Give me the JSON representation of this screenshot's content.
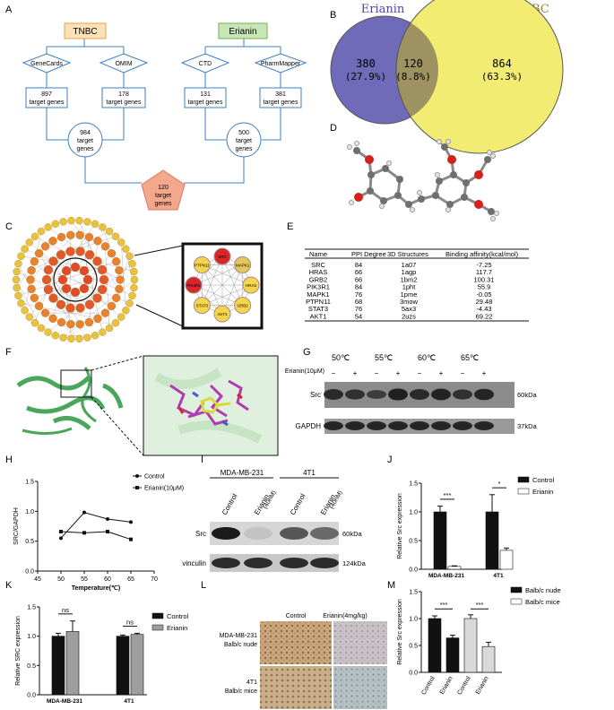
{
  "panels": {
    "A": "A",
    "B": "B",
    "C": "C",
    "D": "D",
    "E": "E",
    "F": "F",
    "G": "G",
    "H": "H",
    "I": "I",
    "J": "J",
    "K": "K",
    "L": "L",
    "M": "M"
  },
  "panel_a": {
    "tnbc": "TNBC",
    "erianin": "Erianin",
    "genecards": "GeneCards",
    "omim": "OMIM",
    "ctd": "CTD",
    "pharmmapper": "PharmMapper",
    "g1": "897",
    "g2": "178",
    "g3": "131",
    "g4": "381",
    "tg": "target genes",
    "u1": "984",
    "u2": "500",
    "u3": "120",
    "target": "target",
    "genes": "genes"
  },
  "venn": {
    "left_title": "Erianin",
    "right_title": "TNBC",
    "left_n": "380",
    "left_p": "(27.9%)",
    "mid_n": "120",
    "mid_p": "(8.8%)",
    "right_n": "864",
    "right_p": "(63.3%)",
    "colors": {
      "left": "#6f6bb8",
      "right": "#f3ec72",
      "overlap": "#9e9360"
    }
  },
  "table_e": {
    "headers": [
      "Name",
      "PPI Degree",
      "3D Structures",
      "Binding affinity(kcal/mol)"
    ],
    "rows": [
      [
        "SRC",
        "84",
        "1a07",
        "-7.25"
      ],
      [
        "HRAS",
        "66",
        "1agp",
        "117.7"
      ],
      [
        "GRB2",
        "66",
        "1bm2",
        "100.31"
      ],
      [
        "PIK3R1",
        "84",
        "1pht",
        "55.9"
      ],
      [
        "MAPK1",
        "76",
        "1pme",
        "-0.05"
      ],
      [
        "PTPN11",
        "68",
        "3mow",
        "29.48"
      ],
      [
        "STAT3",
        "76",
        "5ax3",
        "-4.43"
      ],
      [
        "AKT1",
        "54",
        "2uzs",
        "69.22"
      ]
    ]
  },
  "network_c": {
    "nodes": [
      "SRC",
      "PTPN11",
      "MAPK1",
      "HRAS",
      "GRB2",
      "AKT1",
      "STAT3",
      "PIK3R1"
    ]
  },
  "blot_g": {
    "temps": [
      "50℃",
      "55℃",
      "60℃",
      "65℃"
    ],
    "treat": "Erianin(10μM)",
    "minus": "−",
    "plus": "+",
    "rows": [
      "Src",
      "GAPDH"
    ],
    "sizes": [
      "60kDa",
      "37kDa"
    ]
  },
  "blot_i": {
    "lines": [
      "MDA-MB-231",
      "4T1"
    ],
    "lanes": [
      "Control",
      "Erianin",
      "(40nM)"
    ],
    "rows": [
      "Src",
      "vinculin"
    ],
    "sizes": [
      "60kDa",
      "124kDa"
    ]
  },
  "panel_l": {
    "control": "Control",
    "erianin": "Erianin(4mg/kg)",
    "row1a": "MDA-MB-231",
    "row1b": "Balb/c nude",
    "row2a": "4T1",
    "row2b": "Balb/c mice"
  },
  "chart_data": [
    {
      "panel": "H",
      "type": "line",
      "xlabel": "Temperature(℃)",
      "ylabel": "SRC/GAPDH",
      "xlim": [
        45,
        70
      ],
      "ylim": [
        0,
        1.5
      ],
      "xticks": [
        45,
        50,
        55,
        60,
        65,
        70
      ],
      "yticks": [
        0.0,
        0.5,
        1.0,
        1.5
      ],
      "x": [
        50,
        55,
        60,
        65
      ],
      "series": [
        {
          "name": "Control",
          "values": [
            0.55,
            0.98,
            0.87,
            0.82
          ]
        },
        {
          "name": "Erianin(10μM)",
          "values": [
            0.66,
            0.64,
            0.66,
            0.53
          ]
        }
      ]
    },
    {
      "panel": "J",
      "type": "bar",
      "ylabel": "Relative Src expression",
      "categories": [
        "MDA-MB-231",
        "4T1"
      ],
      "ylim": [
        0,
        1.5
      ],
      "yticks": [
        0.0,
        0.5,
        1.0,
        1.5
      ],
      "series": [
        {
          "name": "Control",
          "values": [
            1.0,
            1.0
          ],
          "err": [
            0.1,
            0.3
          ]
        },
        {
          "name": "Erianin",
          "values": [
            0.05,
            0.33
          ],
          "err": [
            0.01,
            0.04
          ]
        }
      ],
      "sig": [
        "***",
        "*"
      ]
    },
    {
      "panel": "K",
      "type": "bar",
      "ylabel": "Relative SRC expression",
      "categories": [
        "MDA-MB-231",
        "4T1"
      ],
      "ylim": [
        0,
        1.5
      ],
      "yticks": [
        0.0,
        0.5,
        1.0,
        1.5
      ],
      "series": [
        {
          "name": "Control",
          "values": [
            1.0,
            1.0
          ],
          "err": [
            0.05,
            0.02
          ]
        },
        {
          "name": "Erianin",
          "values": [
            1.08,
            1.03
          ],
          "err": [
            0.18,
            0.02
          ]
        }
      ],
      "sig": [
        "ns",
        "ns"
      ]
    },
    {
      "panel": "M",
      "type": "bar",
      "ylabel": "Relative Src expression",
      "categories": [
        "Control",
        "Erianin",
        "Control",
        "Erianin"
      ],
      "ylim": [
        0,
        1.5
      ],
      "yticks": [
        0.0,
        0.5,
        1.0,
        1.5
      ],
      "series": [
        {
          "name": "Balb/c nude",
          "values": [
            1.0,
            0.64
          ]
        },
        {
          "name": "Balb/c mice",
          "values": [
            1.0,
            0.48
          ]
        }
      ],
      "err": [
        0.05,
        0.05,
        0.07,
        0.08
      ],
      "sig": [
        "***",
        "***"
      ]
    }
  ]
}
